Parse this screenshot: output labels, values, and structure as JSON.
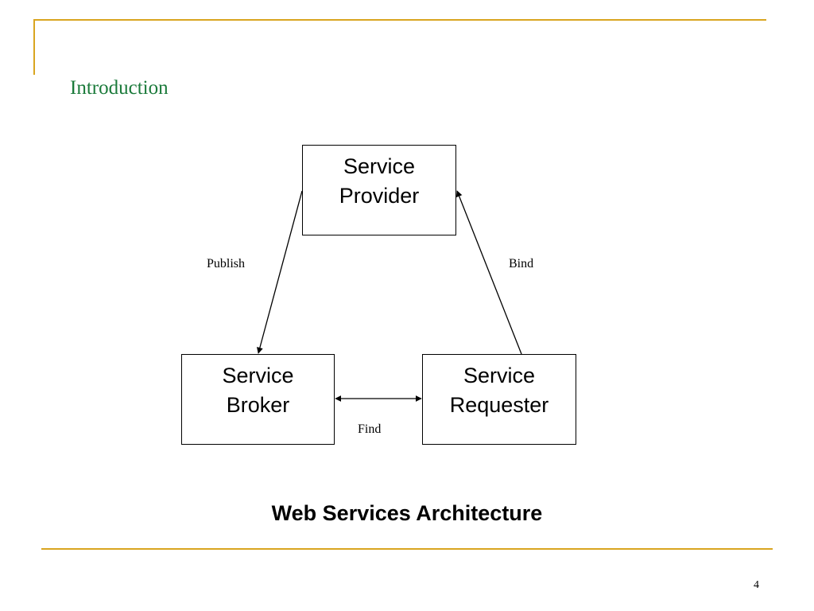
{
  "slide": {
    "title": "Introduction",
    "page_number": "4",
    "accent_color": "#d9a520",
    "title_color": "#1a7a3a"
  },
  "diagram": {
    "caption": "Web Services Architecture",
    "nodes": {
      "provider": {
        "line1": "Service",
        "line2": "Provider"
      },
      "broker": {
        "line1": "Service",
        "line2": "Broker"
      },
      "requester": {
        "line1": "Service",
        "line2": "Requester"
      }
    },
    "edges": {
      "publish": "Publish",
      "bind": "Bind",
      "find": "Find"
    }
  }
}
